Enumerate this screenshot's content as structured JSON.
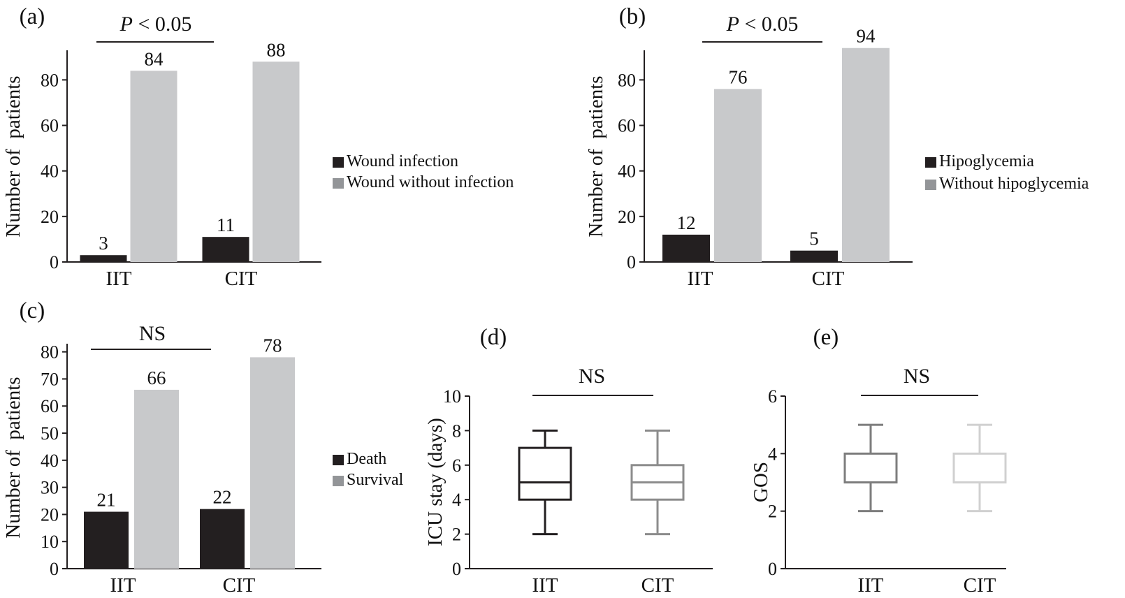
{
  "colors": {
    "dark": "#231f20",
    "light": "#c8c9cb",
    "legend_light": "#939598",
    "axis": "#231f20",
    "box_cit_d": "#8c8c8c",
    "box_iit_e": "#7d7d7d",
    "box_cit_e": "#d0d0d0"
  },
  "chart_data": [
    {
      "panel": "(a)",
      "type": "bar",
      "categories": [
        "IIT",
        "CIT"
      ],
      "series": [
        {
          "name": "Wound infection",
          "values": [
            3,
            11
          ]
        },
        {
          "name": "Wound without infection",
          "values": [
            84,
            88
          ]
        }
      ],
      "value_labels": [
        [
          "3",
          "11"
        ],
        [
          "84",
          "88"
        ]
      ],
      "ylabel": "Number of  patients",
      "ylim": [
        0,
        93
      ],
      "yticks": [
        0,
        20,
        40,
        60,
        80
      ],
      "ytick_labels": [
        "0",
        "20",
        "40",
        "60",
        "80"
      ],
      "significance": "P < 0.05",
      "significance_parts": [
        "P",
        " < 0.05"
      ],
      "legend": [
        "Wound infection",
        "Wound without infection"
      ],
      "legend_placement": "right"
    },
    {
      "panel": "(b)",
      "type": "bar",
      "categories": [
        "IIT",
        "CIT"
      ],
      "series": [
        {
          "name": "Hipoglycemia",
          "values": [
            12,
            5
          ]
        },
        {
          "name": "Without hipoglycemia",
          "values": [
            76,
            94
          ]
        }
      ],
      "value_labels": [
        [
          "12",
          "5"
        ],
        [
          "76",
          "94"
        ]
      ],
      "ylabel": "Number of  patients",
      "ylim": [
        0,
        93
      ],
      "yticks": [
        0,
        20,
        40,
        60,
        80
      ],
      "ytick_labels": [
        "0",
        "20",
        "40",
        "60",
        "80"
      ],
      "significance": "P < 0.05",
      "significance_parts": [
        "P",
        " < 0.05"
      ],
      "legend": [
        "Hipoglycemia",
        "Without hipoglycemia"
      ],
      "legend_placement": "right"
    },
    {
      "panel": "(c)",
      "type": "bar",
      "categories": [
        "IIT",
        "CIT"
      ],
      "series": [
        {
          "name": "Death",
          "values": [
            21,
            22
          ]
        },
        {
          "name": "Survival",
          "values": [
            66,
            78
          ]
        }
      ],
      "value_labels": [
        [
          "21",
          "22"
        ],
        [
          "66",
          "78"
        ]
      ],
      "ylabel": "Number of  patients",
      "ylim": [
        0,
        83
      ],
      "yticks": [
        0,
        10,
        20,
        30,
        40,
        50,
        60,
        70,
        80
      ],
      "ytick_labels": [
        "0",
        "10",
        "20",
        "30",
        "40",
        "50",
        "60",
        "70",
        "80"
      ],
      "significance": "NS",
      "legend": [
        "Death",
        "Survival"
      ],
      "legend_placement": "right"
    },
    {
      "panel": "(d)",
      "type": "box",
      "categories": [
        "IIT",
        "CIT"
      ],
      "boxes": [
        {
          "name": "IIT",
          "min": 2,
          "q1": 4,
          "median": 5,
          "q3": 7,
          "max": 8
        },
        {
          "name": "CIT",
          "min": 2,
          "q1": 4,
          "median": 5,
          "q3": 6,
          "max": 8
        }
      ],
      "ylabel": "ICU stay (days)",
      "ylim": [
        0,
        10
      ],
      "yticks": [
        0,
        2,
        4,
        6,
        8,
        10
      ],
      "ytick_labels": [
        "0",
        "2",
        "4",
        "6",
        "8",
        "10"
      ],
      "significance": "NS"
    },
    {
      "panel": "(e)",
      "type": "box",
      "categories": [
        "IIT",
        "CIT"
      ],
      "boxes": [
        {
          "name": "IIT",
          "min": 2,
          "q1": 3,
          "median": 3,
          "q3": 4,
          "max": 5
        },
        {
          "name": "CIT",
          "min": 2,
          "q1": 3,
          "median": 3,
          "q3": 4,
          "max": 5
        }
      ],
      "ylabel": "GOS",
      "ylim": [
        0,
        6
      ],
      "yticks": [
        0,
        2,
        4,
        6
      ],
      "ytick_labels": [
        "0",
        "2",
        "4",
        "6"
      ],
      "significance": "NS"
    }
  ]
}
